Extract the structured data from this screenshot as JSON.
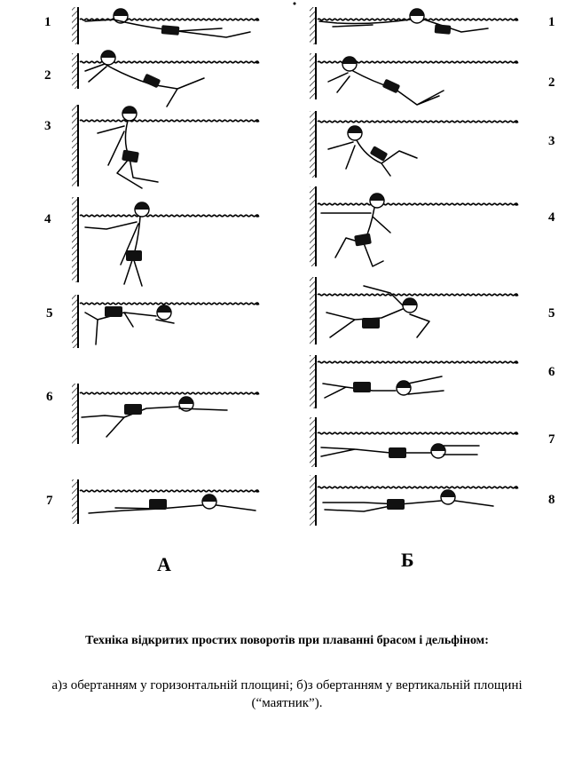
{
  "column_a": {
    "label": "А",
    "steps": [
      "1",
      "2",
      "3",
      "4",
      "5",
      "6",
      "7"
    ]
  },
  "column_b": {
    "label": "Б",
    "steps": [
      "1",
      "2",
      "3",
      "4",
      "5",
      "6",
      "7",
      "8"
    ]
  },
  "title": "Техніка відкритих простих поворотів при плаванні брасом і дельфіном:",
  "caption": "а)з обертанням у горизонтальній площині; б)з обертанням у вертикальній площині (“маятник”)."
}
